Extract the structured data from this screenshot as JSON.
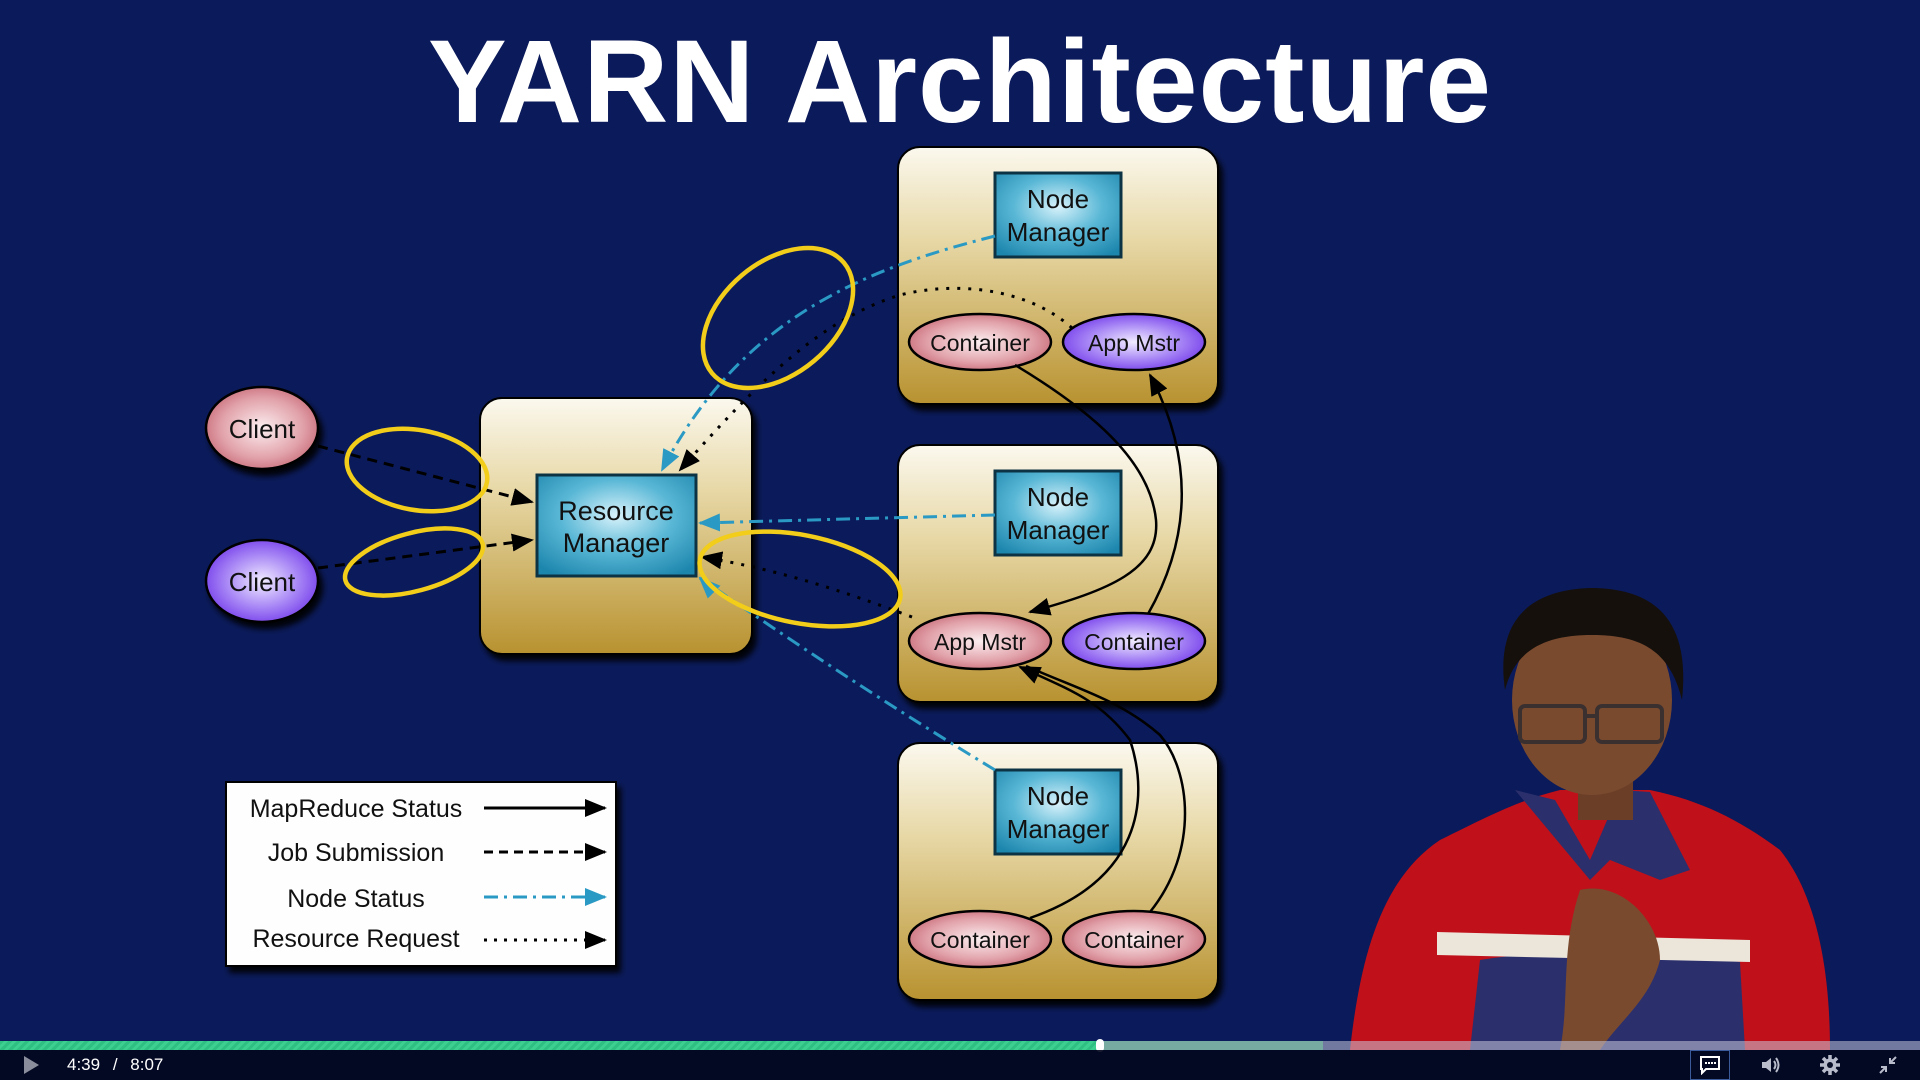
{
  "slide": {
    "title": "YARN Architecture",
    "background_color": "#0b1a5a",
    "highlight_color": "#f2cd1a",
    "diagram": {
      "clients": [
        {
          "label": "Client",
          "color": "pink"
        },
        {
          "label": "Client",
          "color": "purple"
        }
      ],
      "resource_manager": {
        "label_line1": "Resource",
        "label_line2": "Manager"
      },
      "nodes": [
        {
          "manager_line1": "Node",
          "manager_line2": "Manager",
          "left": {
            "label": "Container",
            "color": "pink"
          },
          "right": {
            "label": "App Mstr",
            "color": "purple"
          }
        },
        {
          "manager_line1": "Node",
          "manager_line2": "Manager",
          "left": {
            "label": "App Mstr",
            "color": "pink"
          },
          "right": {
            "label": "Container",
            "color": "purple"
          }
        },
        {
          "manager_line1": "Node",
          "manager_line2": "Manager",
          "left": {
            "label": "Container",
            "color": "pink"
          },
          "right": {
            "label": "Container",
            "color": "pink"
          }
        }
      ],
      "legend": [
        {
          "label": "MapReduce Status",
          "style": "solid",
          "color": "#000000"
        },
        {
          "label": "Job Submission",
          "style": "dashed",
          "color": "#000000"
        },
        {
          "label": "Node Status",
          "style": "dash-dot",
          "color": "#2a9ac4"
        },
        {
          "label": "Resource Request",
          "style": "dotted",
          "color": "#000000"
        }
      ]
    }
  },
  "player": {
    "state": "paused",
    "current_time": "4:39",
    "separator": "/",
    "duration": "8:07",
    "progress_percent": 57.3,
    "buffered_percent": 68.9,
    "icons": {
      "play": "play-icon",
      "captions": "captions-icon",
      "volume": "volume-icon",
      "settings": "gear-icon",
      "exit_fullscreen": "exit-fullscreen-icon"
    }
  }
}
